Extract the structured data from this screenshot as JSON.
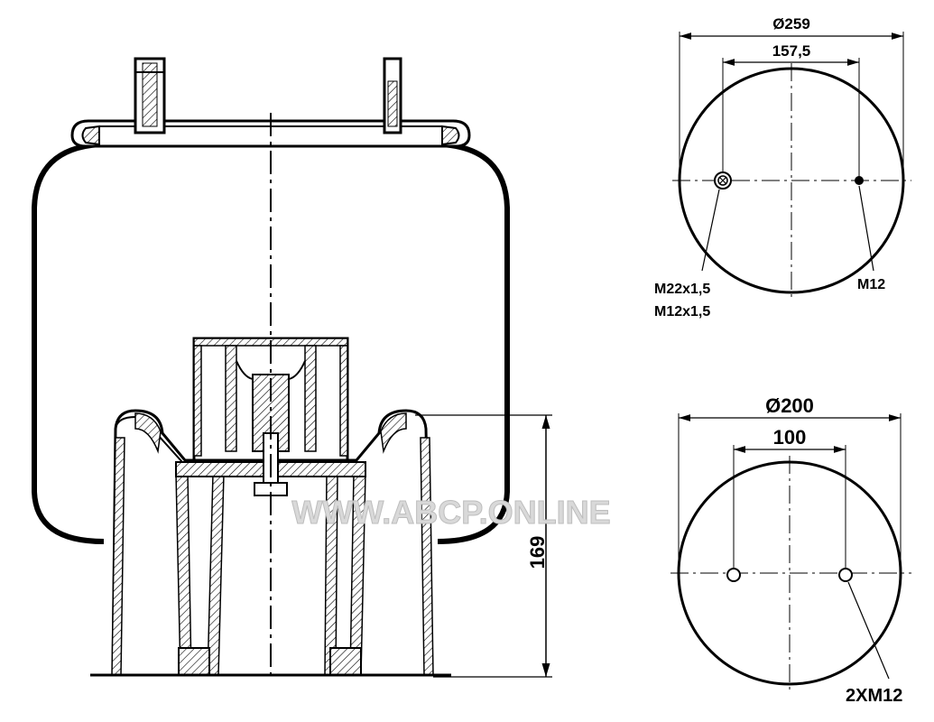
{
  "top_view": {
    "diameter_label": "Ø259",
    "spacing_label": "157,5",
    "left_port_label_1": "M22x1,5",
    "left_port_label_2": "M12x1,5",
    "right_port_label": "M12"
  },
  "bottom_view": {
    "diameter_label": "Ø200",
    "spacing_label": "100",
    "holes_label": "2XM12"
  },
  "side_view": {
    "height_label": "169"
  },
  "watermark": "WWW.ABCP.ONLINE"
}
